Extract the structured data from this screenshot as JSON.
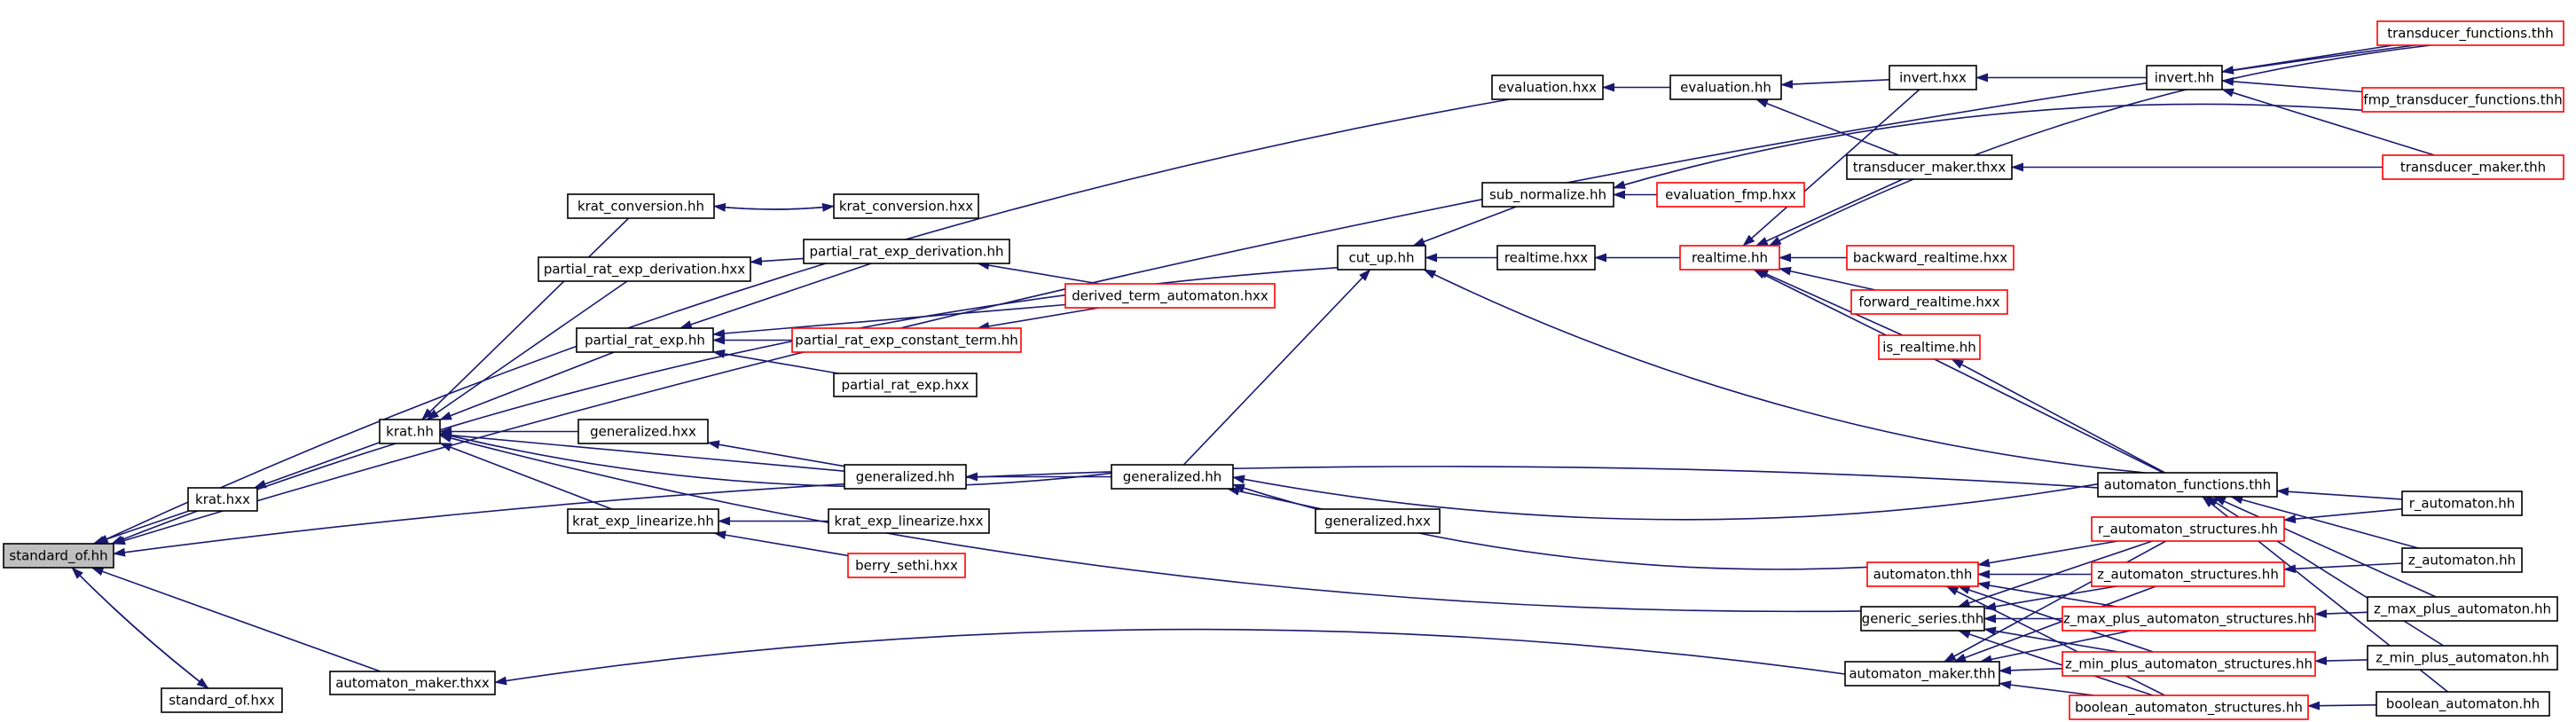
{
  "colors": {
    "edge": "#191970",
    "node_border": "#000000",
    "node_border_external": "#ff0000",
    "root_fill": "#bfbfbf",
    "background": "#ffffff"
  },
  "nodes": [
    {
      "id": "standard_of_hh",
      "label": "standard_of.hh",
      "style": "root"
    },
    {
      "id": "standard_of_hxx",
      "label": "standard_of.hxx",
      "style": "normal"
    },
    {
      "id": "krat_hxx",
      "label": "krat.hxx",
      "style": "normal"
    },
    {
      "id": "automaton_maker_thxx",
      "label": "automaton_maker.thxx",
      "style": "normal"
    },
    {
      "id": "krat_hh",
      "label": "krat.hh",
      "style": "normal"
    },
    {
      "id": "krat_conversion_hh",
      "label": "krat_conversion.hh",
      "style": "normal"
    },
    {
      "id": "krat_conversion_hxx",
      "label": "krat_conversion.hxx",
      "style": "normal"
    },
    {
      "id": "partial_rat_exp_derivation_hxx",
      "label": "partial_rat_exp_derivation.hxx",
      "style": "normal"
    },
    {
      "id": "partial_rat_exp_derivation_hh",
      "label": "partial_rat_exp_derivation.hh",
      "style": "normal"
    },
    {
      "id": "derived_term_automaton_hxx",
      "label": "derived_term_automaton.hxx",
      "style": "external"
    },
    {
      "id": "partial_rat_exp_hh",
      "label": "partial_rat_exp.hh",
      "style": "normal"
    },
    {
      "id": "partial_rat_exp_constant_term_hh",
      "label": "partial_rat_exp_constant_term.hh",
      "style": "external"
    },
    {
      "id": "partial_rat_exp_hxx",
      "label": "partial_rat_exp.hxx",
      "style": "normal"
    },
    {
      "id": "generalized_hxx_a",
      "label": "generalized.hxx",
      "style": "normal"
    },
    {
      "id": "generalized_hh_a",
      "label": "generalized.hh",
      "style": "normal"
    },
    {
      "id": "generalized_hh_b",
      "label": "generalized.hh",
      "style": "normal"
    },
    {
      "id": "generalized_hxx_b",
      "label": "generalized.hxx",
      "style": "normal"
    },
    {
      "id": "krat_exp_linearize_hh",
      "label": "krat_exp_linearize.hh",
      "style": "normal"
    },
    {
      "id": "krat_exp_linearize_hxx",
      "label": "krat_exp_linearize.hxx",
      "style": "normal"
    },
    {
      "id": "berry_sethi_hxx",
      "label": "berry_sethi.hxx",
      "style": "external"
    },
    {
      "id": "cut_up_hh",
      "label": "cut_up.hh",
      "style": "normal"
    },
    {
      "id": "realtime_hxx",
      "label": "realtime.hxx",
      "style": "normal"
    },
    {
      "id": "realtime_hh",
      "label": "realtime.hh",
      "style": "external"
    },
    {
      "id": "backward_realtime_hxx",
      "label": "backward_realtime.hxx",
      "style": "external"
    },
    {
      "id": "forward_realtime_hxx",
      "label": "forward_realtime.hxx",
      "style": "external"
    },
    {
      "id": "is_realtime_hh",
      "label": "is_realtime.hh",
      "style": "external"
    },
    {
      "id": "sub_normalize_hh",
      "label": "sub_normalize.hh",
      "style": "normal"
    },
    {
      "id": "evaluation_fmp_hxx",
      "label": "evaluation_fmp.hxx",
      "style": "external"
    },
    {
      "id": "evaluation_hxx",
      "label": "evaluation.hxx",
      "style": "normal"
    },
    {
      "id": "evaluation_hh",
      "label": "evaluation.hh",
      "style": "normal"
    },
    {
      "id": "invert_hxx",
      "label": "invert.hxx",
      "style": "normal"
    },
    {
      "id": "invert_hh",
      "label": "invert.hh",
      "style": "normal"
    },
    {
      "id": "transducer_maker_thxx",
      "label": "transducer_maker.thxx",
      "style": "normal"
    },
    {
      "id": "transducer_functions_thh",
      "label": "transducer_functions.thh",
      "style": "external"
    },
    {
      "id": "fmp_transducer_functions_thh",
      "label": "fmp_transducer_functions.thh",
      "style": "external"
    },
    {
      "id": "transducer_maker_thh",
      "label": "transducer_maker.thh",
      "style": "external"
    },
    {
      "id": "automaton_functions_thh",
      "label": "automaton_functions.thh",
      "style": "normal"
    },
    {
      "id": "automaton_thh",
      "label": "automaton.thh",
      "style": "external"
    },
    {
      "id": "generic_series_thh",
      "label": "generic_series.thh",
      "style": "normal"
    },
    {
      "id": "automaton_maker_thh",
      "label": "automaton_maker.thh",
      "style": "normal"
    },
    {
      "id": "r_automaton_structures_hh",
      "label": "r_automaton_structures.hh",
      "style": "external"
    },
    {
      "id": "z_automaton_structures_hh",
      "label": "z_automaton_structures.hh",
      "style": "external"
    },
    {
      "id": "z_max_plus_automaton_structures_hh",
      "label": "z_max_plus_automaton_structures.hh",
      "style": "external"
    },
    {
      "id": "z_min_plus_automaton_structures_hh",
      "label": "z_min_plus_automaton_structures.hh",
      "style": "external"
    },
    {
      "id": "boolean_automaton_structures_hh",
      "label": "boolean_automaton_structures.hh",
      "style": "external"
    },
    {
      "id": "r_automaton_hh",
      "label": "r_automaton.hh",
      "style": "normal"
    },
    {
      "id": "z_automaton_hh",
      "label": "z_automaton.hh",
      "style": "normal"
    },
    {
      "id": "z_max_plus_automaton_hh",
      "label": "z_max_plus_automaton.hh",
      "style": "normal"
    },
    {
      "id": "z_min_plus_automaton_hh",
      "label": "z_min_plus_automaton.hh",
      "style": "normal"
    },
    {
      "id": "boolean_automaton_hh",
      "label": "boolean_automaton.hh",
      "style": "normal"
    }
  ],
  "edges": [
    {
      "from": "standard_of_hxx",
      "to": "standard_of_hh"
    },
    {
      "from": "standard_of_hh",
      "to": "standard_of_hxx"
    },
    {
      "from": "krat_hxx",
      "to": "standard_of_hh"
    },
    {
      "from": "automaton_maker_thxx",
      "to": "standard_of_hh"
    },
    {
      "from": "transducer_functions_thh",
      "to": "standard_of_hh"
    },
    {
      "from": "evaluation_hxx",
      "to": "standard_of_hh"
    },
    {
      "from": "cut_up_hh",
      "to": "standard_of_hh"
    },
    {
      "from": "automaton_functions_thh",
      "to": "standard_of_hh"
    },
    {
      "from": "krat_hh",
      "to": "krat_hxx"
    },
    {
      "from": "automaton_maker_thh",
      "to": "automaton_maker_thxx"
    },
    {
      "from": "krat_conversion_hh",
      "to": "krat_hh"
    },
    {
      "from": "partial_rat_exp_derivation_hxx",
      "to": "krat_hh"
    },
    {
      "from": "partial_rat_exp_hh",
      "to": "krat_hh"
    },
    {
      "from": "generalized_hxx_a",
      "to": "krat_hh"
    },
    {
      "from": "generalized_hh_a",
      "to": "krat_hh"
    },
    {
      "from": "generalized_hh_b",
      "to": "krat_hh"
    },
    {
      "from": "krat_exp_linearize_hh",
      "to": "krat_hh"
    },
    {
      "from": "generic_series_thh",
      "to": "krat_hh"
    },
    {
      "from": "krat_conversion_hxx",
      "to": "krat_conversion_hh"
    },
    {
      "from": "krat_conversion_hh",
      "to": "krat_conversion_hxx"
    },
    {
      "from": "partial_rat_exp_derivation_hh",
      "to": "partial_rat_exp_derivation_hxx"
    },
    {
      "from": "derived_term_automaton_hxx",
      "to": "partial_rat_exp_derivation_hh"
    },
    {
      "from": "partial_rat_exp_derivation_hh",
      "to": "partial_rat_exp_hh"
    },
    {
      "from": "derived_term_automaton_hxx",
      "to": "partial_rat_exp_hh"
    },
    {
      "from": "partial_rat_exp_constant_term_hh",
      "to": "partial_rat_exp_hh"
    },
    {
      "from": "partial_rat_exp_hxx",
      "to": "partial_rat_exp_hh"
    },
    {
      "from": "derived_term_automaton_hxx",
      "to": "partial_rat_exp_constant_term_hh"
    },
    {
      "from": "generalized_hh_a",
      "to": "generalized_hxx_a"
    },
    {
      "from": "generalized_hh_b",
      "to": "generalized_hh_a"
    },
    {
      "from": "generalized_hxx_b",
      "to": "generalized_hh_b"
    },
    {
      "from": "automaton_thh",
      "to": "generalized_hh_b"
    },
    {
      "from": "automaton_functions_thh",
      "to": "generalized_hh_b"
    },
    {
      "from": "krat_exp_linearize_hxx",
      "to": "krat_exp_linearize_hh"
    },
    {
      "from": "berry_sethi_hxx",
      "to": "krat_exp_linearize_hh"
    },
    {
      "from": "generalized_hh_b",
      "to": "cut_up_hh"
    },
    {
      "from": "realtime_hxx",
      "to": "cut_up_hh"
    },
    {
      "from": "sub_normalize_hh",
      "to": "cut_up_hh"
    },
    {
      "from": "automaton_functions_thh",
      "to": "cut_up_hh"
    },
    {
      "from": "realtime_hh",
      "to": "realtime_hxx"
    },
    {
      "from": "backward_realtime_hxx",
      "to": "realtime_hh"
    },
    {
      "from": "forward_realtime_hxx",
      "to": "realtime_hh"
    },
    {
      "from": "is_realtime_hh",
      "to": "realtime_hh"
    },
    {
      "from": "automaton_functions_thh",
      "to": "realtime_hh"
    },
    {
      "from": "invert_hxx",
      "to": "realtime_hh"
    },
    {
      "from": "transducer_maker_thxx",
      "to": "realtime_hh"
    },
    {
      "from": "transducer_functions_thh",
      "to": "realtime_hh"
    },
    {
      "from": "automaton_functions_thh",
      "to": "is_realtime_hh"
    },
    {
      "from": "evaluation_fmp_hxx",
      "to": "sub_normalize_hh"
    },
    {
      "from": "fmp_transducer_functions_thh",
      "to": "sub_normalize_hh"
    },
    {
      "from": "evaluation_hh",
      "to": "evaluation_hxx"
    },
    {
      "from": "transducer_maker_thxx",
      "to": "evaluation_hh"
    },
    {
      "from": "invert_hxx",
      "to": "evaluation_hh"
    },
    {
      "from": "invert_hh",
      "to": "invert_hxx"
    },
    {
      "from": "transducer_functions_thh",
      "to": "invert_hh"
    },
    {
      "from": "fmp_transducer_functions_thh",
      "to": "invert_hh"
    },
    {
      "from": "transducer_maker_thh",
      "to": "invert_hh"
    },
    {
      "from": "transducer_maker_thh",
      "to": "transducer_maker_thxx"
    },
    {
      "from": "r_automaton_hh",
      "to": "automaton_functions_thh"
    },
    {
      "from": "z_automaton_hh",
      "to": "automaton_functions_thh"
    },
    {
      "from": "z_max_plus_automaton_hh",
      "to": "automaton_functions_thh"
    },
    {
      "from": "z_min_plus_automaton_hh",
      "to": "automaton_functions_thh"
    },
    {
      "from": "boolean_automaton_hh",
      "to": "automaton_functions_thh"
    },
    {
      "from": "r_automaton_structures_hh",
      "to": "automaton_thh"
    },
    {
      "from": "z_automaton_structures_hh",
      "to": "automaton_thh"
    },
    {
      "from": "z_max_plus_automaton_structures_hh",
      "to": "automaton_thh"
    },
    {
      "from": "z_min_plus_automaton_structures_hh",
      "to": "automaton_thh"
    },
    {
      "from": "boolean_automaton_structures_hh",
      "to": "automaton_thh"
    },
    {
      "from": "r_automaton_structures_hh",
      "to": "generic_series_thh"
    },
    {
      "from": "z_automaton_structures_hh",
      "to": "generic_series_thh"
    },
    {
      "from": "z_max_plus_automaton_structures_hh",
      "to": "generic_series_thh"
    },
    {
      "from": "z_min_plus_automaton_structures_hh",
      "to": "generic_series_thh"
    },
    {
      "from": "boolean_automaton_structures_hh",
      "to": "generic_series_thh"
    },
    {
      "from": "r_automaton_structures_hh",
      "to": "automaton_maker_thh"
    },
    {
      "from": "z_automaton_structures_hh",
      "to": "automaton_maker_thh"
    },
    {
      "from": "z_max_plus_automaton_structures_hh",
      "to": "automaton_maker_thh"
    },
    {
      "from": "z_min_plus_automaton_structures_hh",
      "to": "automaton_maker_thh"
    },
    {
      "from": "boolean_automaton_structures_hh",
      "to": "automaton_maker_thh"
    },
    {
      "from": "r_automaton_hh",
      "to": "r_automaton_structures_hh"
    },
    {
      "from": "z_automaton_hh",
      "to": "z_automaton_structures_hh"
    },
    {
      "from": "z_max_plus_automaton_hh",
      "to": "z_max_plus_automaton_structures_hh"
    },
    {
      "from": "z_min_plus_automaton_hh",
      "to": "z_min_plus_automaton_structures_hh"
    },
    {
      "from": "boolean_automaton_hh",
      "to": "boolean_automaton_structures_hh"
    }
  ]
}
